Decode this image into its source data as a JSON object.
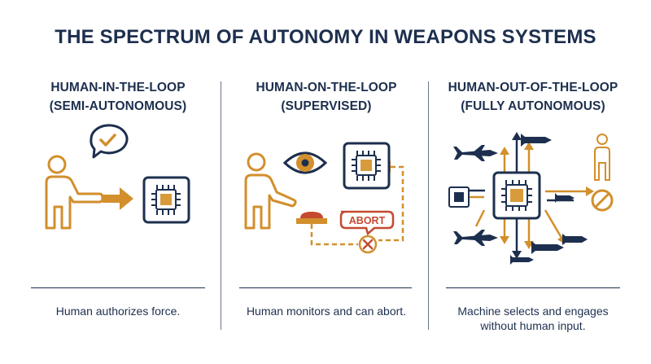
{
  "title": "THE SPECTRUM OF AUTONOMY IN WEAPONS SYSTEMS",
  "colors": {
    "navy": "#1d2f4e",
    "gold": "#d28f2c",
    "chip_gold": "#d89b3c",
    "abort_red": "#c44a30",
    "divider": "#6b7585"
  },
  "columns": [
    {
      "heading_line1": "HUMAN-IN-THE-LOOP",
      "heading_line2": "(SEMI-AUTONOMOUS)",
      "caption_line1": "Human authorizes force.",
      "caption_line2": "",
      "icons": [
        "person-icon",
        "checkmark-speech-bubble-icon",
        "arrow-right-icon",
        "microchip-icon"
      ]
    },
    {
      "heading_line1": "HUMAN-ON-THE-LOOP",
      "heading_line2": "(SUPERVISED)",
      "caption_line1": "Human monitors and can abort.",
      "caption_line2": "",
      "abort_label": "ABORT",
      "icons": [
        "person-icon",
        "eye-icon",
        "microchip-icon",
        "abort-button-icon",
        "abort-sign-icon",
        "cancel-circle-icon"
      ]
    },
    {
      "heading_line1": "HUMAN-OUT-OF-THE-LOOP",
      "heading_line2": "(FULLY AUTONOMOUS)",
      "caption_line1": "Machine selects and engages",
      "caption_line2": "without human input.",
      "icons": [
        "microchip-icon",
        "jet-icon",
        "missile-icon",
        "small-chip-icon",
        "person-outline-icon",
        "prohibited-icon"
      ]
    }
  ]
}
